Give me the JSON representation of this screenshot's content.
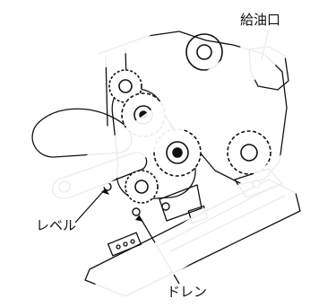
{
  "labels": {
    "oil_filler": "給油口",
    "level": "レベル",
    "drain": "ドレン"
  },
  "colors": {
    "ink": "#111111",
    "background": "#ffffff"
  },
  "icons": [
    "gear-icon",
    "chain-icon",
    "bolt-icon"
  ]
}
